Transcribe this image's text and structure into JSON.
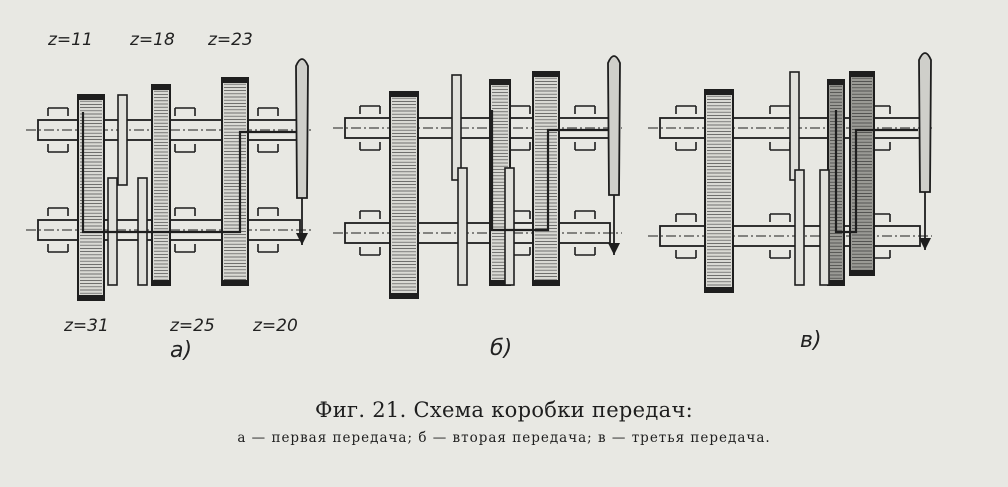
{
  "labels": {
    "z11": "z=11",
    "z18": "z=18",
    "z23": "z=23",
    "z31": "z=31",
    "z25": "z=25",
    "z20": "z=20"
  },
  "subfigures": {
    "a": "а)",
    "b": "б)",
    "v": "в)"
  },
  "caption": {
    "title": "Фиг. 21. Схема коробки передач:",
    "legend": "а — первая передача; б — вторая передача; в — третья передача."
  },
  "icons": [
    "gear-icon",
    "arrow-down-icon"
  ],
  "colors": {
    "ink": "#1e1e1e",
    "paper": "#e8e8e3"
  }
}
